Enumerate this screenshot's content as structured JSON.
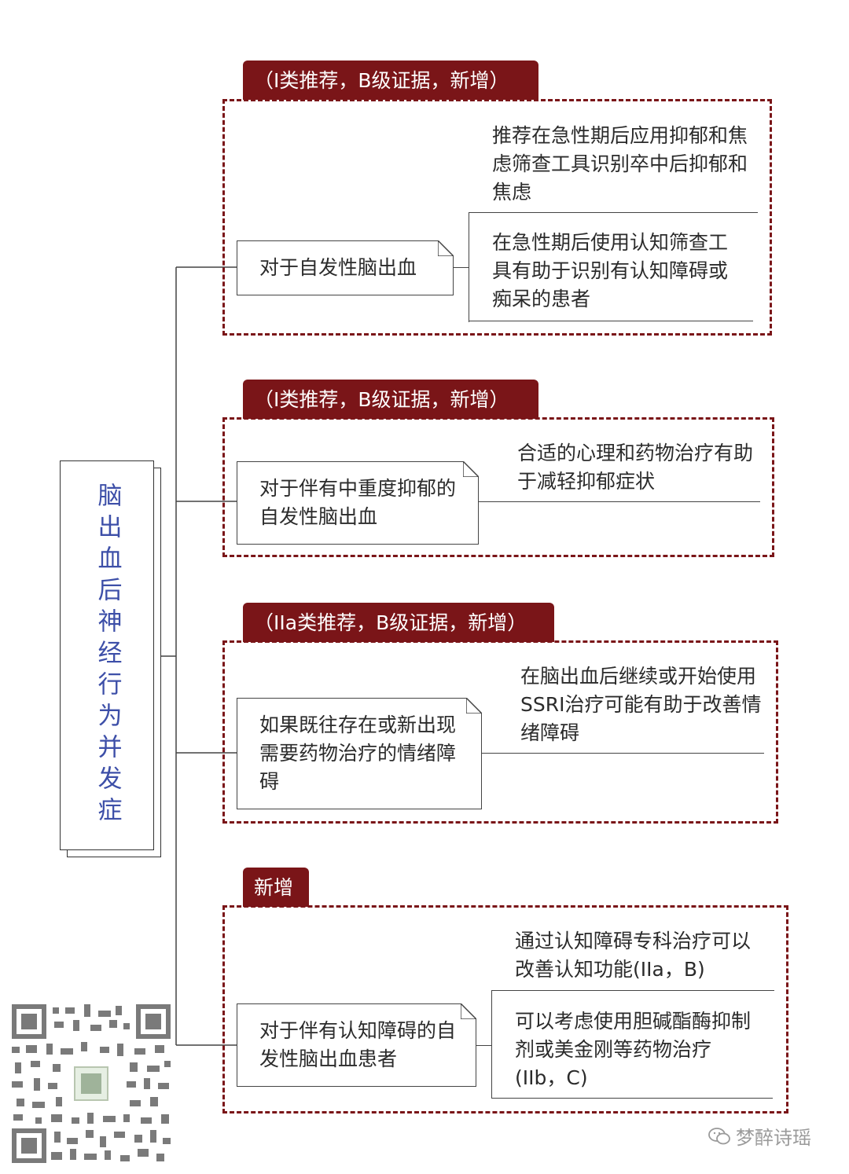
{
  "root": {
    "title": "脑出血后神经行为并发症"
  },
  "sections": [
    {
      "tag": "（I类推荐，B级证据，新增）",
      "condition": "对于自发性脑出血",
      "recommendations": [
        "推荐在急性期后应用抑郁和焦虑筛查工具识别卒中后抑郁和焦虑",
        "在急性期后使用认知筛查工具有助于识别有认知障碍或痴呆的患者"
      ]
    },
    {
      "tag": "（I类推荐，B级证据，新增）",
      "condition": "对于伴有中重度抑郁的自发性脑出血",
      "recommendations": [
        "合适的心理和药物治疗有助于减轻抑郁症状"
      ]
    },
    {
      "tag": "（IIa类推荐，B级证据，新增）",
      "condition": "如果既往存在或新出现需要药物治疗的情绪障碍",
      "recommendations": [
        "在脑出血后继续或开始使用SSRI治疗可能有助于改善情绪障碍"
      ]
    },
    {
      "tag": "新增",
      "condition": "对于伴有认知障碍的自发性脑出血患者",
      "recommendations": [
        "通过认知障碍专科治疗可以改善认知功能(IIa，B)",
        "可以考虑使用胆碱酯酶抑制剂或美金刚等药物治疗(IIb，C)"
      ]
    }
  ],
  "watermark": {
    "text": "梦醉诗瑶"
  },
  "colors": {
    "accent": "#7a1518",
    "root_text": "#3d4fa8"
  }
}
